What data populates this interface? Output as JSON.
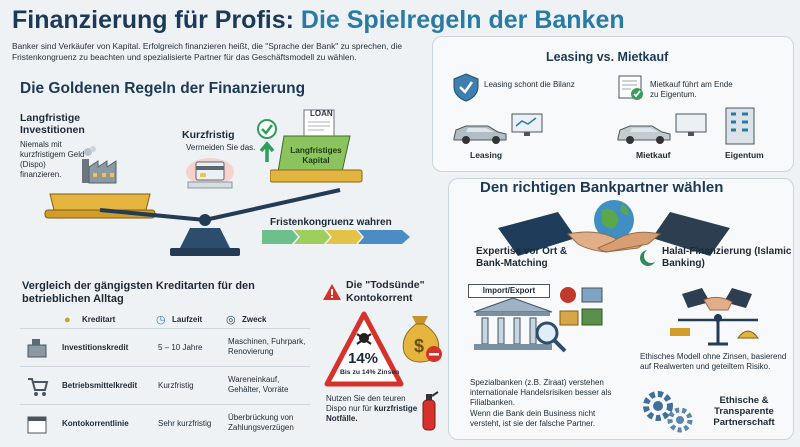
{
  "title_part1": "Finanzierung für Profis:",
  "title_part2": "Die Spielregeln der Banken",
  "intro": "Banker sind Verkäufer von Kapital. Erfolgreich finanzieren heißt, die \"Sprache der Bank\" zu sprechen, die Fristenkongruenz zu beachten und spezialisierte Partner für das Geschäftsmodell zu wählen.",
  "golden": {
    "heading": "Die Goldenen Regeln der Finanzierung",
    "long_title": "Langfristige Investitionen",
    "long_text": "Niemals mit kurzfristigem Geld (Dispo) finanzieren.",
    "short_title": "Kurzfristig",
    "short_text": "Vermeiden Sie das.",
    "loan_label": "LOAN",
    "capital_label": "Langfristiges Kapital",
    "congruence": "Fristenkongruenz wahren"
  },
  "leasing": {
    "heading": "Leasing vs. Mietkauf",
    "leasing_note": "Leasing schont die Bilanz",
    "mietkauf_note": "Mietkauf führt am Ende zu Eigentum.",
    "label_leasing": "Leasing",
    "label_mietkauf": "Mietkauf",
    "label_eigentum": "Eigentum"
  },
  "bank": {
    "heading": "Den richtigen Bankpartner wählen",
    "expertise_title": "Expertise vor Ort & Bank-Matching",
    "import_export": "Import/Export",
    "expertise_text1": "Spezialbanken (z.B. Ziraat) verstehen internationale Handelsrisiken besser als Filialbanken.",
    "expertise_text2": "Wenn die Bank dein Business nicht versteht, ist sie der falsche Partner.",
    "halal_title": "Halal-Finanzierung (Islamic Banking)",
    "halal_text": "Ethisches Modell ohne Zinsen, basierend auf Realwerten und geteiltem Risiko.",
    "ethics_title": "Ethische & Transparente Partnerschaft"
  },
  "credit": {
    "heading": "Vergleich der gängigsten Kreditarten für den betrieblichen Alltag",
    "headers": [
      "Kreditart",
      "Laufzeit",
      "Zweck"
    ],
    "rows": [
      {
        "type": "Investitionskredit",
        "term": "5 – 10 Jahre",
        "purpose": "Maschinen, Fuhrpark, Renovierung"
      },
      {
        "type": "Betriebsmittelkredit",
        "term": "Kurzfristig",
        "purpose": "Wareneinkauf, Gehälter, Vorräte"
      },
      {
        "type": "Kontokorrentlinie",
        "term": "Sehr kurzfristig",
        "purpose": "Überbrückung von Zahlungsverzügen"
      }
    ]
  },
  "sin": {
    "heading": "Die \"Todsünde\" Kontokorrent",
    "percent": "14%",
    "percent_sub": "Bis zu 14% Zinsen",
    "text_normal": "Nutzen Sie den teuren Dispo nur für",
    "text_bold": "kurzfristige Notfälle."
  }
}
